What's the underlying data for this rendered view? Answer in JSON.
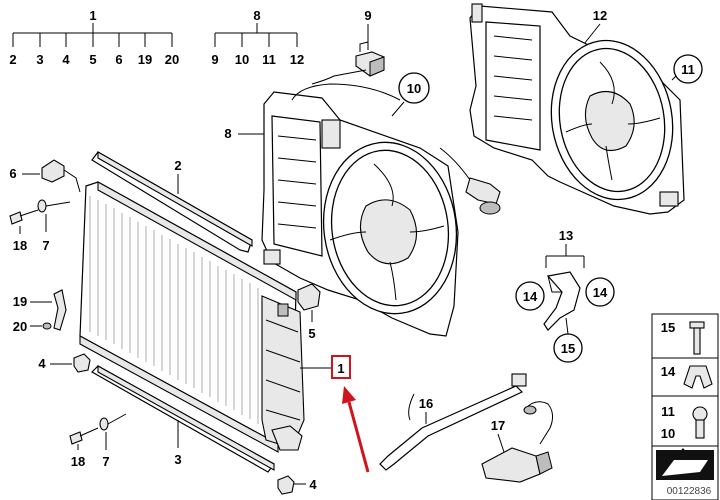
{
  "callouts": {
    "n1": "1",
    "n2": "2",
    "n3": "3",
    "n4": "4",
    "n5": "5",
    "n6": "6",
    "n7": "7",
    "n8": "8",
    "n9": "9",
    "n10": "10",
    "n11": "11",
    "n12": "12",
    "n13": "13",
    "n14": "14",
    "n15": "15",
    "n16": "16",
    "n17": "17",
    "n18": "18",
    "n19": "19",
    "n20": "20"
  },
  "group_1_items": [
    "2",
    "3",
    "4",
    "5",
    "6",
    "19",
    "20"
  ],
  "group_8_items": [
    "9",
    "10",
    "11",
    "12"
  ],
  "legend": [
    {
      "label": "15"
    },
    {
      "label": "14"
    },
    {
      "label_top": "11",
      "label_bottom": "10"
    }
  ],
  "document_number": "00122836",
  "colors": {
    "highlight": "#d0141b",
    "line": "#000000"
  }
}
